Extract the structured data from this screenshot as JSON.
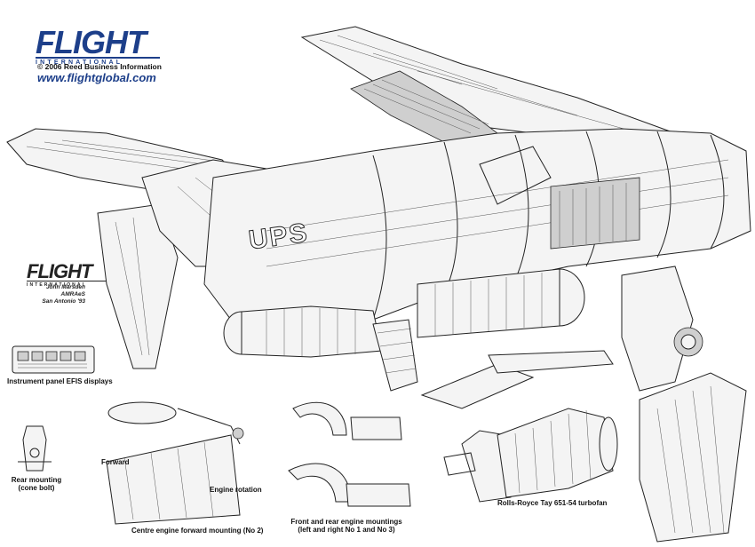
{
  "brand": {
    "logo_main": "FLIGHT",
    "logo_sub": "INTERNATIONAL",
    "copyright": "© 2006 Reed Business Information",
    "website": "www.flightglobal.com"
  },
  "artist_credit": {
    "logo_main": "FLIGHT",
    "logo_sub": "INTERNATIONAL",
    "name": "John Marsden AMRAeS",
    "place": "San Antonio '93"
  },
  "tail_marking": "UPS",
  "callouts": {
    "instrument_panel": "Instrument panel EFIS displays",
    "rear_mounting_line1": "Rear mounting",
    "rear_mounting_line2": "(cone bolt)",
    "forward": "Forward",
    "engine_rotation": "Engine rotation",
    "centre_mount": "Centre engine forward mounting (No 2)",
    "front_rear_line1": "Front and rear engine mountings",
    "front_rear_line2": "(left and right No 1 and No 3)",
    "turbofan": "Rolls-Royce Tay 651-54 turbofan"
  },
  "colors": {
    "brand_blue": "#1d3f8a",
    "ink": "#222222",
    "paper": "#ffffff"
  }
}
